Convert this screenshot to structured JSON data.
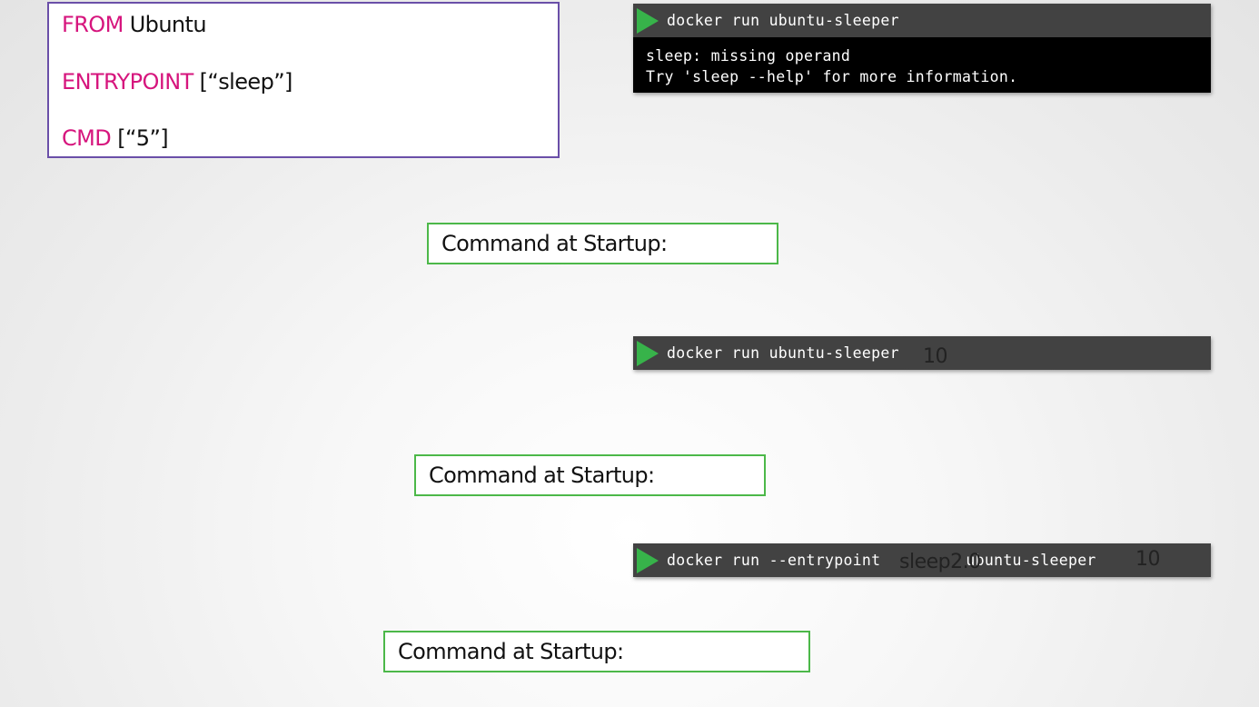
{
  "dockerfile": {
    "from_kw": "FROM",
    "from_val": "Ubuntu",
    "entry_kw": "ENTRYPOINT",
    "entry_val": "[“sleep”]",
    "cmd_kw": "CMD",
    "cmd_val": "[“5”]"
  },
  "terminal1": {
    "command": "docker run ubuntu-sleeper",
    "output": [
      "sleep: missing operand",
      "Try 'sleep --help' for more information."
    ]
  },
  "startup1": {
    "label": "Command at Startup:"
  },
  "terminal2": {
    "command": "docker run ubuntu-sleeper",
    "arg_overlay": "10"
  },
  "startup2": {
    "label": "Command at Startup:"
  },
  "terminal3": {
    "command_prefix": "docker run --entrypoint",
    "entrypoint_overlay": "sleep2.0",
    "command_suffix": "ubuntu-sleeper",
    "arg_overlay": "10"
  },
  "startup3": {
    "label": "Command at Startup:"
  },
  "colors": {
    "keyword": "#d6157d",
    "dockerfile_border": "#6a4fa8",
    "startup_border": "#4cb849",
    "play_icon": "#37b34a",
    "terminal_bar": "#424242"
  }
}
